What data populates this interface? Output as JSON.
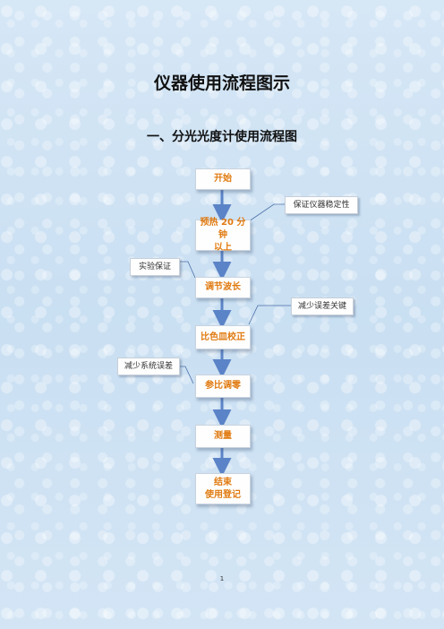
{
  "page": {
    "title": "仪器使用流程图示",
    "section_title": "一、分光光度计使用流程图",
    "page_number": "1"
  },
  "flowchart": {
    "steps": {
      "start": "开始",
      "preheat_line1": "预热 20 分钟",
      "preheat_line2": "以上",
      "adjust_wavelength": "调节波长",
      "cuvette_calibration": "比色皿校正",
      "reference_zero": "参比调零",
      "measure": "测量",
      "end_line1": "结束",
      "end_line2": "使用登记"
    },
    "notes": {
      "stability": "保证仪器稳定性",
      "experiment": "实验保证",
      "error_key": "减少误差关键",
      "system_error": "减少系统误差"
    }
  },
  "colors": {
    "step_text": "#e07a10",
    "arrow": "#5b83c7",
    "callout_line": "#4a6fa8"
  }
}
